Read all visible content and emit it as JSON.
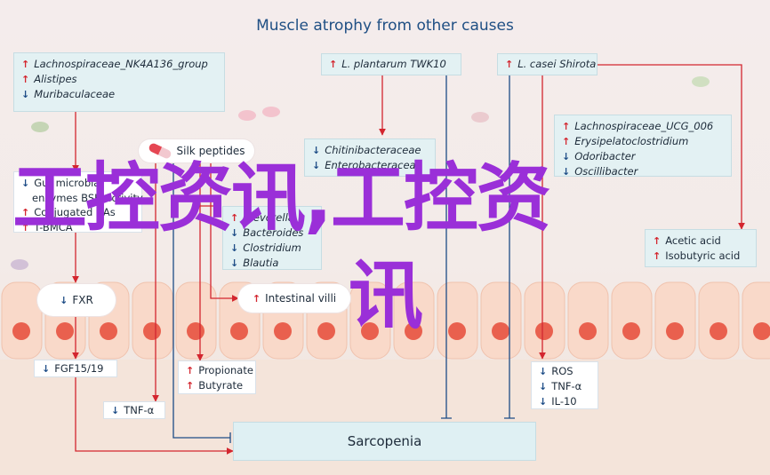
{
  "title": "Muscle atrophy from other causes",
  "box_top_left": [
    {
      "dir": "up",
      "text": "Lachnospiraceae_NK4A136_group",
      "italic": true
    },
    {
      "dir": "up",
      "text": "Alistipes",
      "italic": true
    },
    {
      "dir": "down",
      "text": "Muribaculaceae",
      "italic": true
    }
  ],
  "box_plantarum": {
    "dir": "up",
    "text": "L. plantarum TWK10",
    "italic": true
  },
  "box_casei": {
    "dir": "up",
    "text": "L. casei Shirota",
    "italic": true
  },
  "box_right_bacteria": [
    {
      "dir": "up",
      "text": "Lachnospiraceae_UCG_006",
      "italic": true
    },
    {
      "dir": "up",
      "text": "Erysipelatoclostridium",
      "italic": true
    },
    {
      "dir": "down",
      "text": "Odoribacter",
      "italic": true
    },
    {
      "dir": "down",
      "text": "Oscillibacter",
      "italic": true
    }
  ],
  "silk_peptides": "Silk peptides",
  "box_center_bacteria": [
    {
      "dir": "down",
      "text": "Chitinibacteraceae",
      "italic": true
    },
    {
      "dir": "down",
      "text": "Enterobacteraceae",
      "italic": true
    }
  ],
  "box_left_metabolic": [
    {
      "dir": "down",
      "text": "Gut microbial"
    },
    {
      "dir": "",
      "text": "enzymes BSH activity"
    },
    {
      "dir": "up",
      "text": "Conjugated BAs"
    },
    {
      "dir": "up",
      "text": "T-BMCA"
    }
  ],
  "box_mid_genera": [
    {
      "dir": "up",
      "text": "Prevotella",
      "italic": true
    },
    {
      "dir": "down",
      "text": "Bacteroides",
      "italic": true
    },
    {
      "dir": "down",
      "text": "Clostridium",
      "italic": true
    },
    {
      "dir": "down",
      "text": "Blautia",
      "italic": true
    }
  ],
  "box_right_scfa": [
    {
      "dir": "up",
      "text": "Acetic acid"
    },
    {
      "dir": "up",
      "text": "Isobutyric acid"
    }
  ],
  "fxr": {
    "dir": "down",
    "text": "FXR"
  },
  "intestinal_villi": {
    "dir": "up",
    "text": "Intestinal villi"
  },
  "fgf": {
    "dir": "down",
    "text": "FGF15/19"
  },
  "box_propionate": [
    {
      "dir": "up",
      "text": "Propionate"
    },
    {
      "dir": "up",
      "text": "Butyrate"
    }
  ],
  "tnf_left": {
    "dir": "down",
    "text": "TNF-α"
  },
  "box_ros": [
    {
      "dir": "down",
      "text": "ROS"
    },
    {
      "dir": "down",
      "text": "TNF-α"
    },
    {
      "dir": "down",
      "text": "IL-10"
    }
  ],
  "sarcopenia": "Sarcopenia",
  "watermark": {
    "line1": "工控资讯,工控资",
    "line2": "讯"
  },
  "colors": {
    "up": "#d3262f",
    "down": "#1d4c86",
    "box_fill": "#e3f1f3",
    "title": "#1f4f84",
    "watermark": "#9a2fd8"
  }
}
